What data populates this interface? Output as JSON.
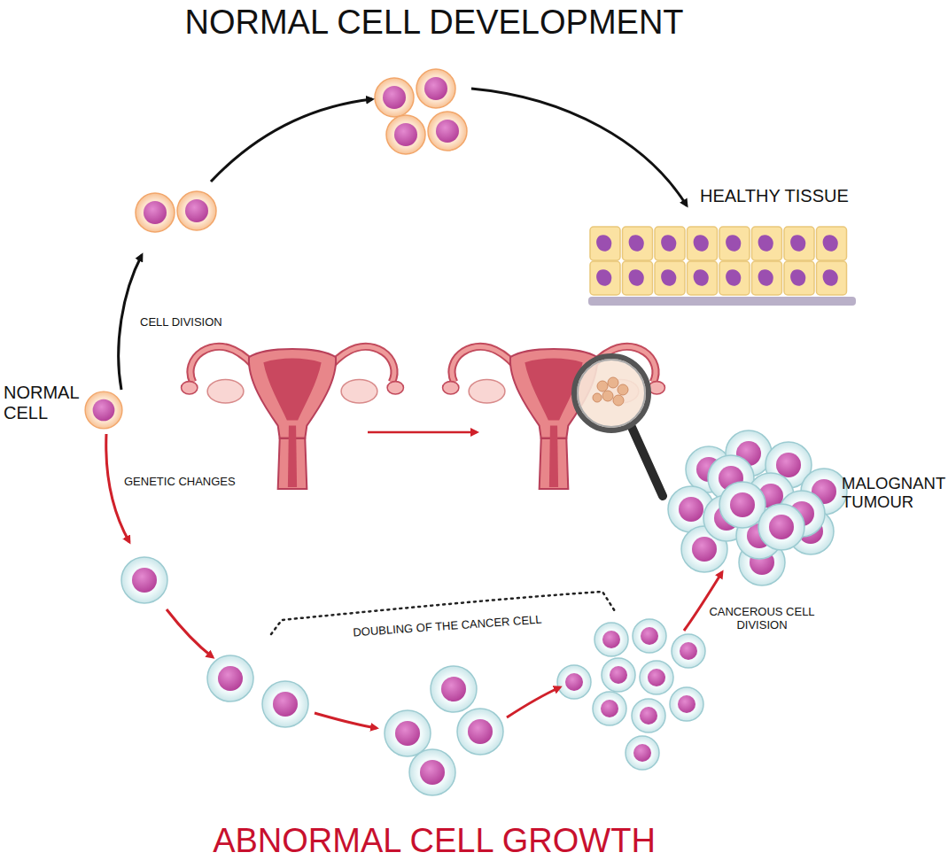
{
  "diagram": {
    "title": "NORMAL CELL DEVELOPMENT",
    "caption": "ABNORMAL CELL GROWTH",
    "nodes": [
      {
        "text": [
          "NORMAL CELL"
        ]
      },
      {
        "text": [
          "HEALTHY TISSUE"
        ]
      },
      {
        "text": [
          "MALOGNANT TUMOUR"
        ]
      }
    ],
    "labels": [
      "CELL DIVISION",
      "GENETIC CHANGES",
      "DOUBLING OF THE CANCER CELL",
      "CANCEROUS CELL DIVISION"
    ]
  }
}
